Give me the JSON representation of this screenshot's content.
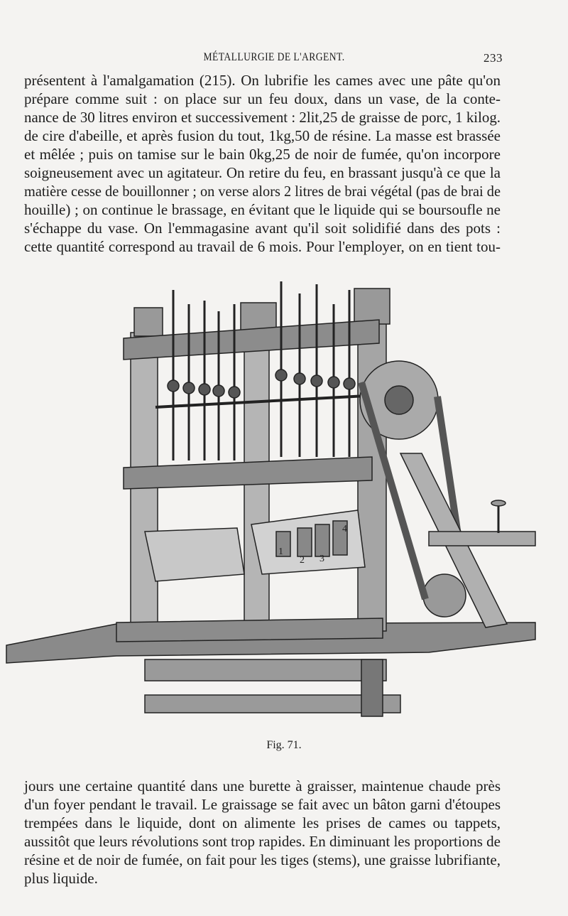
{
  "header": {
    "running_title": "MÉTALLURGIE DE L'ARGENT.",
    "page_number": "233"
  },
  "paragraph_top": {
    "lines": [
      "présentent à l'amalgamation (215). On lubrifie les cames avec une pâte qu'on",
      "prépare comme suit : on place sur un feu doux, dans un vase, de la conte-",
      "nance de 30 litres environ et successivement : 2lit,25 de graisse de porc, 1 kilog.",
      "de cire d'abeille, et après fusion du tout, 1kg,50 de résine. La masse est brassée",
      "et mêlée ; puis on tamise sur le bain 0kg,25 de noir de fumée, qu'on incorpore",
      "soigneusement avec un agitateur. On retire du feu, en brassant jusqu'à ce que la",
      "matière cesse de bouillonner ; on verse alors 2 litres de brai végétal (pas de brai de",
      "houille) ; on continue le brassage, en évitant que le liquide qui se boursoufle ne",
      "s'échappe du vase. On l'emmagasine avant qu'il soit solidifié dans des pots :",
      "cette quantité correspond au travail de 6 mois. Pour l'employer, on en tient tou-"
    ]
  },
  "figure": {
    "labels": [
      "1",
      "2",
      "3",
      "4"
    ],
    "caption": "Fig. 71."
  },
  "paragraph_bottom": {
    "lines": [
      "jours une certaine quantité dans une burette à graisser, maintenue chaude près",
      "d'un foyer pendant le travail. Le graissage se fait avec un bâton garni d'étoupes",
      "trempées dans le liquide, dont on alimente les prises de cames ou tappets,",
      "aussitôt que leurs révolutions sont trop rapides. En diminuant les proportions de",
      "résine et de noir de fumée, on fait pour les tiges (stems), une graisse lubrifiante,",
      "plus liquide."
    ]
  }
}
